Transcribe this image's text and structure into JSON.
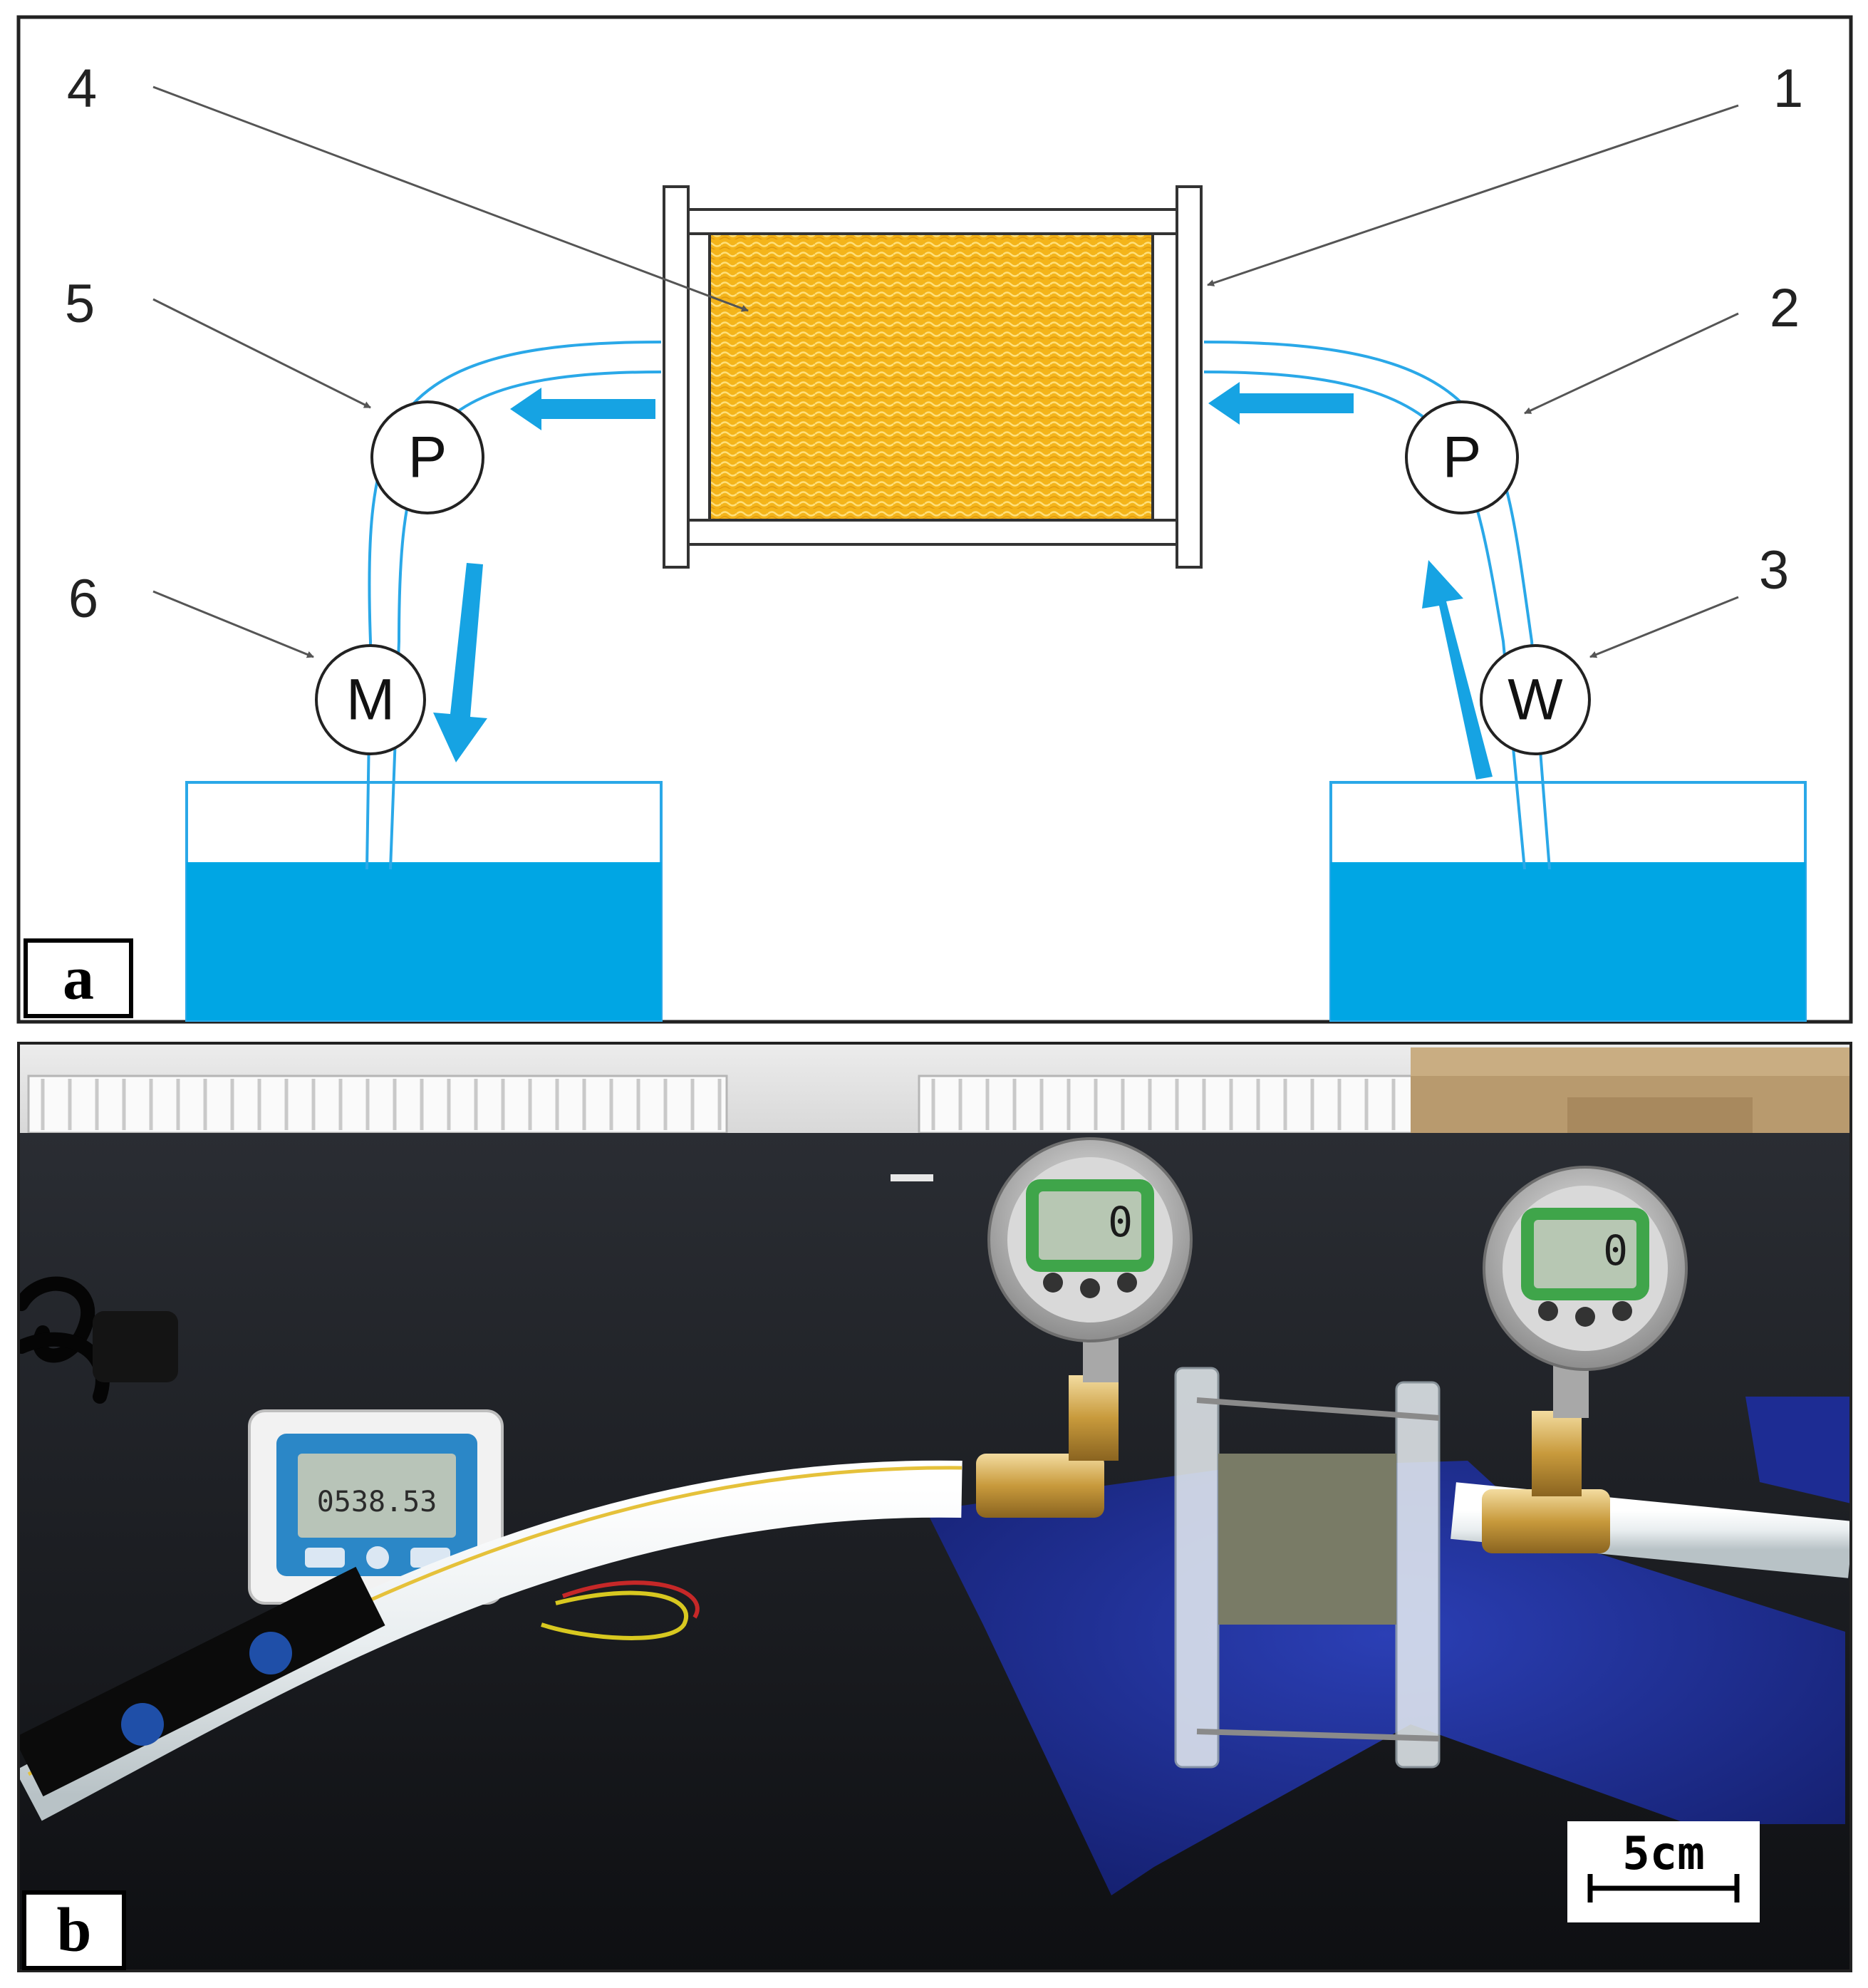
{
  "panel_a": {
    "letter": "a",
    "callouts": [
      {
        "id": "1",
        "text": "1"
      },
      {
        "id": "2",
        "text": "2"
      },
      {
        "id": "3",
        "text": "3"
      },
      {
        "id": "4",
        "text": "4"
      },
      {
        "id": "5",
        "text": "5"
      },
      {
        "id": "6",
        "text": "6"
      }
    ],
    "instruments": {
      "left_pump": "P",
      "right_pump": "P",
      "flowmeter": "M",
      "water_source": "W"
    },
    "colors": {
      "water": "#00a6e4",
      "tube": "#2aa8e8",
      "arrow": "#16a3e3",
      "sample": "#f4b41a",
      "frame": "#333333"
    }
  },
  "panel_b": {
    "letter": "b",
    "scale_bar": "5cm",
    "flowmeter_reading": "0538.53",
    "gauge_readings": [
      "0",
      "0"
    ]
  }
}
